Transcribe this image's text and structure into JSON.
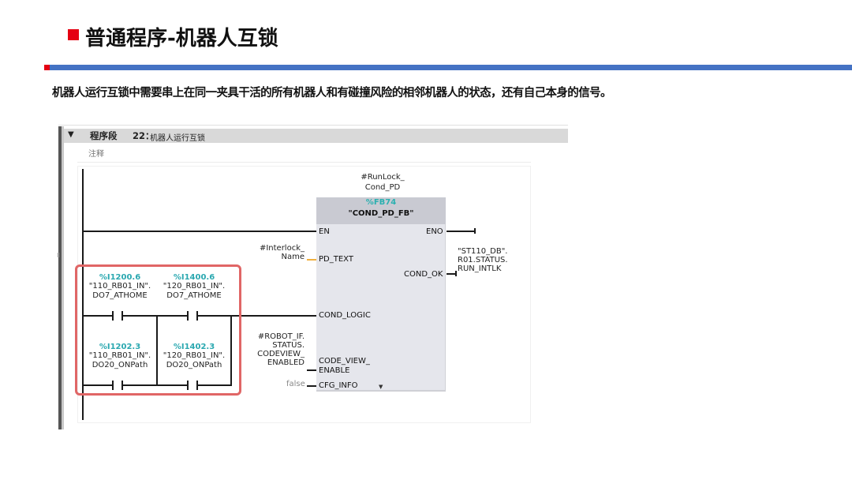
{
  "slide": {
    "title": "普通程序-机器人互锁",
    "description": "机器人运行互锁中需要串上在同一夹具干活的所有机器人和有碰撞风险的相邻机器人的状态，还有自己本身的信号。",
    "colors": {
      "accent_red": "#e50012",
      "rule_blue": "#4472c4",
      "highlight_box": "#e06666",
      "address_teal": "#2aa8b0"
    }
  },
  "editor": {
    "network": {
      "collapse_icon": "triangle-down-icon",
      "label": "程序段",
      "number": "22：",
      "title": "机器人运行互锁",
      "comment_placeholder": "注释"
    },
    "fb_block": {
      "instance_line1": "#RunLock_",
      "instance_line2": "Cond_PD",
      "number": "%FB74",
      "name": "\"COND_PD_FB\"",
      "inputs": {
        "en": "EN",
        "pd_text": "PD_TEXT",
        "cond_logic": "COND_LOGIC",
        "code_view_enable_1": "CODE_VIEW_",
        "code_view_enable_2": "ENABLE",
        "cfg_info": "CFG_INFO"
      },
      "outputs": {
        "eno": "ENO",
        "cond_ok": "COND_OK"
      },
      "more_pins_icon": "dropdown-arrow-icon"
    },
    "params": {
      "pd_text_1": "#Interlock_",
      "pd_text_2": "Name",
      "code_view_1": "#ROBOT_IF.",
      "code_view_2": "STATUS.",
      "code_view_3": "CODEVIEW_",
      "code_view_4": "ENABLED",
      "cfg_info": "false",
      "cond_ok_1": "\"ST110_DB\".",
      "cond_ok_2": "R01.STATUS.",
      "cond_ok_3": "RUN_INTLK"
    },
    "contacts": [
      {
        "address": "%I1200.6",
        "symbol_1": "\"110_RB01_IN\".",
        "symbol_2": "DO7_ATHOME"
      },
      {
        "address": "%I1400.6",
        "symbol_1": "\"120_RB01_IN\".",
        "symbol_2": "DO7_ATHOME"
      },
      {
        "address": "%I1202.3",
        "symbol_1": "\"110_RB01_IN\".",
        "symbol_2": "DO20_ONPath"
      },
      {
        "address": "%I1402.3",
        "symbol_1": "\"120_RB01_IN\".",
        "symbol_2": "DO20_ONPath"
      }
    ]
  }
}
